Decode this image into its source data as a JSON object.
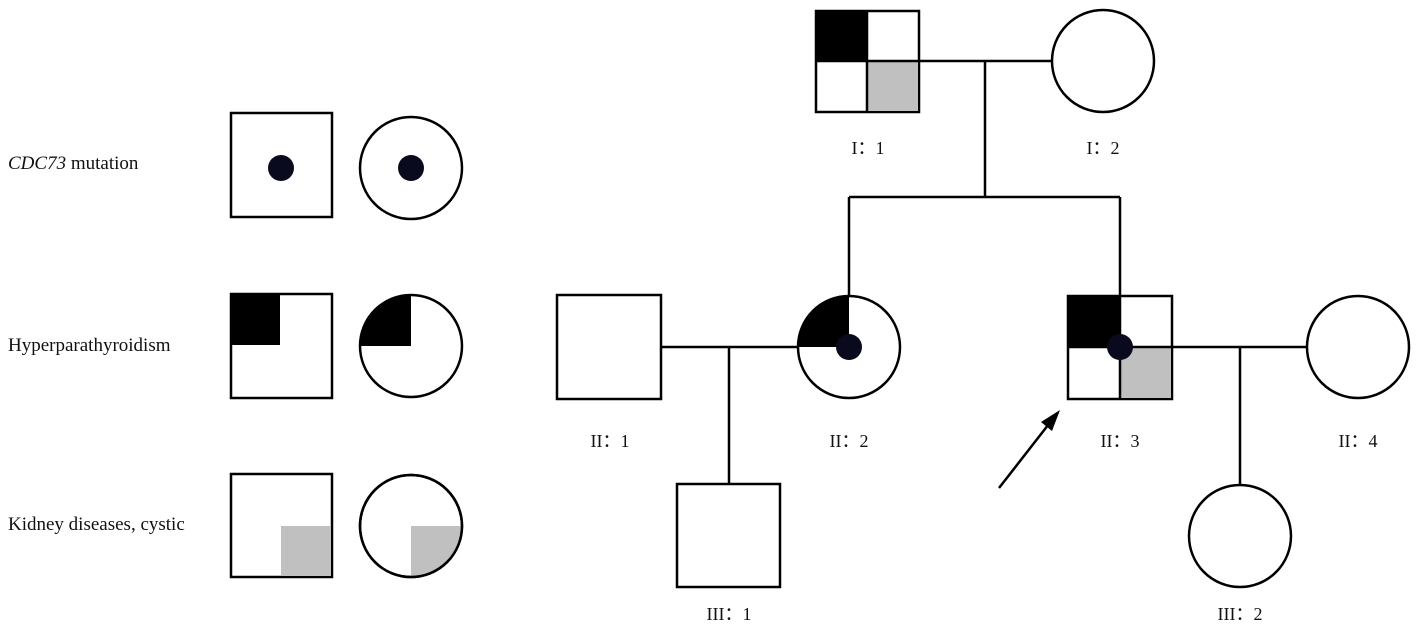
{
  "legend": {
    "mutation": {
      "gene": "CDC73",
      "suffix": " mutation"
    },
    "hpt": {
      "label": "Hyperparathyroidism"
    },
    "kidney": {
      "label": "Kidney diseases, cystic"
    }
  },
  "individuals": {
    "I1": {
      "label": "I：1",
      "sex": "male",
      "hpt": true,
      "kidney": true,
      "mutation": false
    },
    "I2": {
      "label": "I：2",
      "sex": "female",
      "hpt": false,
      "kidney": false,
      "mutation": false
    },
    "II1": {
      "label": "II：1",
      "sex": "male",
      "hpt": false,
      "kidney": false,
      "mutation": false
    },
    "II2": {
      "label": "II：2",
      "sex": "female",
      "hpt": true,
      "kidney": false,
      "mutation": true
    },
    "II3": {
      "label": "II：3",
      "sex": "male",
      "hpt": true,
      "kidney": true,
      "mutation": true,
      "proband": true
    },
    "II4": {
      "label": "II：4",
      "sex": "female",
      "hpt": false,
      "kidney": false,
      "mutation": false
    },
    "III1": {
      "label": "III：1",
      "sex": "male",
      "hpt": false,
      "kidney": false,
      "mutation": false
    },
    "III2": {
      "label": "III：2",
      "sex": "female",
      "hpt": false,
      "kidney": false,
      "mutation": false
    }
  },
  "colors": {
    "hpt_fill": "#000000",
    "kidney_fill": "#c0c0c0",
    "mutation_dot": "#0a0a1e",
    "line": "#000000"
  }
}
